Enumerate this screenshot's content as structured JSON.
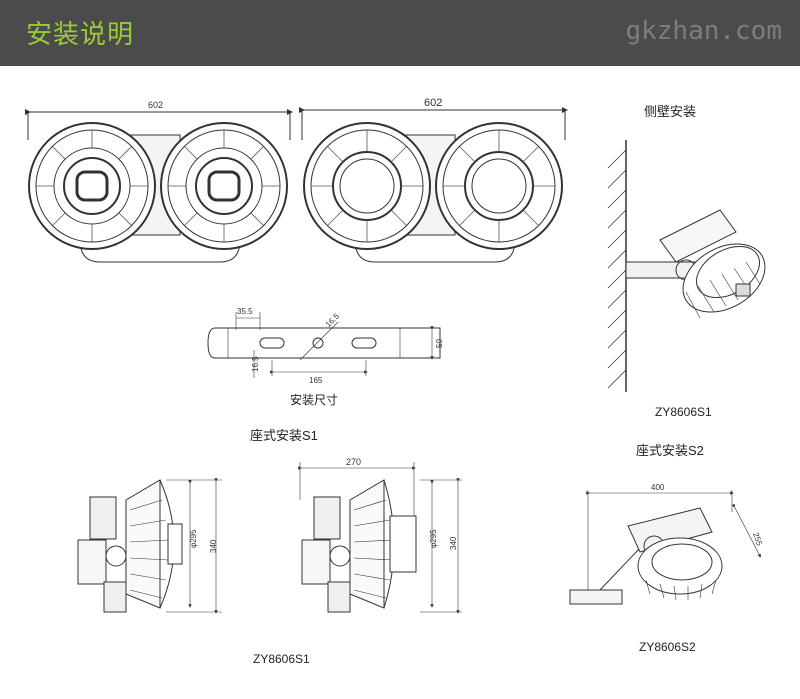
{
  "header": {
    "title": "安装说明",
    "watermark": "gkzhan.com"
  },
  "top_view": {
    "left_width_label": "602",
    "right_width_label": "602"
  },
  "side_wall": {
    "title": "侧壁安装",
    "model": "ZY8606S1"
  },
  "bracket": {
    "dim_35_5": "35.5",
    "dim_16_5_diag": "16.5",
    "dim_16_5_side": "16.5",
    "dim_50": "50",
    "dim_165": "165",
    "caption": "安装尺寸"
  },
  "seat_s1": {
    "title": "座式安装S1",
    "dim_270": "270",
    "dim_phi295_a": "φ295",
    "dim_340_a": "340",
    "dim_phi295_b": "φ295",
    "dim_340_b": "340",
    "model": "ZY8606S1"
  },
  "seat_s2": {
    "title": "座式安装S2",
    "dim_400": "400",
    "dim_255": "255",
    "model": "ZY8606S2"
  },
  "colors": {
    "header_bg": "#4b4b4b",
    "title_green": "#9bc93a",
    "line": "#333333"
  }
}
